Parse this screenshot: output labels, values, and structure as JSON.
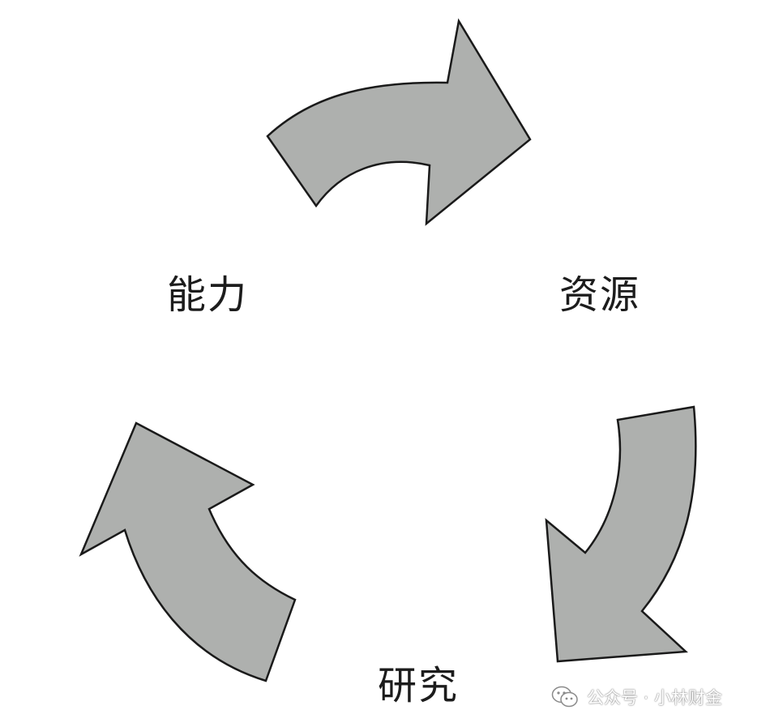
{
  "diagram": {
    "nodes": {
      "ability": "能力",
      "resources": "资源",
      "research": "研究"
    },
    "edges": [
      {
        "from": "能力",
        "to": "资源"
      },
      {
        "from": "资源",
        "to": "研究"
      },
      {
        "from": "研究",
        "to": "能力"
      }
    ],
    "arrow_fill": "#aeb0ae",
    "arrow_stroke": "#1a1a1a"
  },
  "watermark": {
    "icon": "wechat-icon",
    "text": "公众号 · 小林财金"
  }
}
